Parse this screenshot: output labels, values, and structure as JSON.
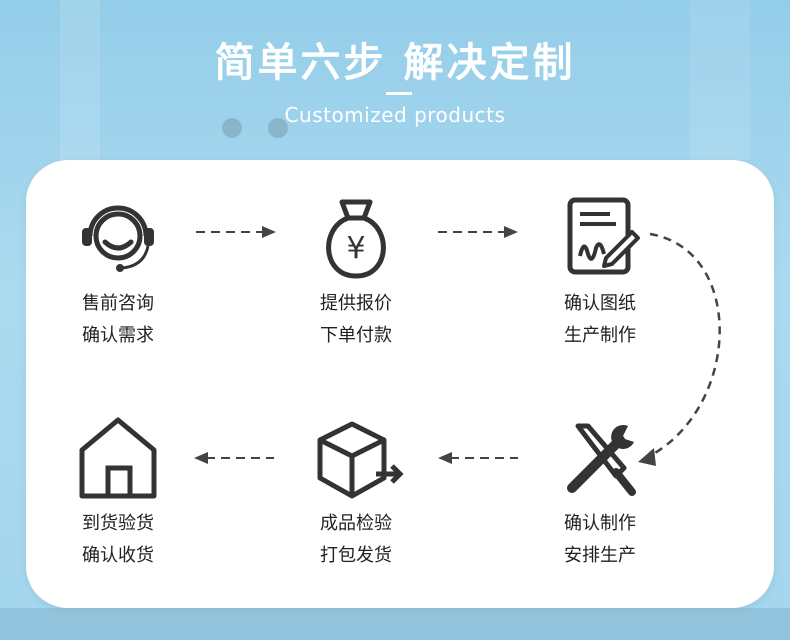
{
  "header": {
    "title": "简单六步 解决定制",
    "subtitle": "Customized products"
  },
  "colors": {
    "background": "#9fd3ec",
    "card": "#ffffff",
    "icon_stroke": "#333333",
    "text": "#222222"
  },
  "steps": [
    {
      "icon": "headset-icon",
      "line1": "售前咨询",
      "line2": "确认需求"
    },
    {
      "icon": "money-bag-icon",
      "line1": "提供报价",
      "line2": "下单付款"
    },
    {
      "icon": "drawing-sign-icon",
      "line1": "确认图纸",
      "line2": "生产制作"
    },
    {
      "icon": "tools-icon",
      "line1": "确认制作",
      "line2": "安排生产"
    },
    {
      "icon": "box-ship-icon",
      "line1": "成品检验",
      "line2": "打包发货"
    },
    {
      "icon": "warehouse-icon",
      "line1": "到货验货",
      "line2": "确认收货"
    }
  ]
}
